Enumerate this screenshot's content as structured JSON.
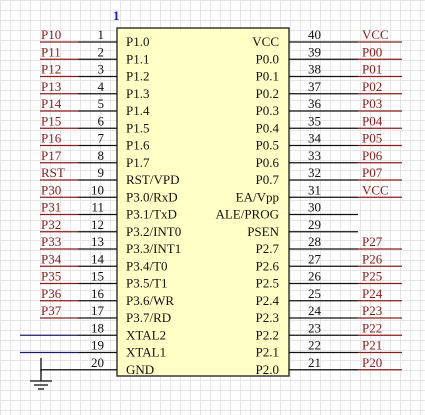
{
  "component": {
    "designator": "1",
    "body_color": "#ffffc6",
    "body_border_color": "#2a2a2a",
    "left_pins": [
      {
        "num": "1",
        "name": "P1.0",
        "net": "P10"
      },
      {
        "num": "2",
        "name": "P1.1",
        "net": "P11"
      },
      {
        "num": "3",
        "name": "P1.2",
        "net": "P12"
      },
      {
        "num": "4",
        "name": "P1.3",
        "net": "P13"
      },
      {
        "num": "5",
        "name": "P1.4",
        "net": "P14"
      },
      {
        "num": "6",
        "name": "P1.5",
        "net": "P15"
      },
      {
        "num": "7",
        "name": "P1.6",
        "net": "P16"
      },
      {
        "num": "8",
        "name": "P1.7",
        "net": "P17"
      },
      {
        "num": "9",
        "name": "RST/VPD",
        "net": "RST"
      },
      {
        "num": "10",
        "name": "P3.0/RxD",
        "net": "P30"
      },
      {
        "num": "11",
        "name": "P3.1/TxD",
        "net": "P31"
      },
      {
        "num": "12",
        "name": "P3.2/INT0",
        "net": "P32"
      },
      {
        "num": "13",
        "name": "P3.3/INT1",
        "net": "P33"
      },
      {
        "num": "14",
        "name": "P3.4/T0",
        "net": "P34"
      },
      {
        "num": "15",
        "name": "P3.5/T1",
        "net": "P35"
      },
      {
        "num": "16",
        "name": "P3.6/WR",
        "net": "P36"
      },
      {
        "num": "17",
        "name": "P3.7/RD",
        "net": "P37"
      },
      {
        "num": "18",
        "name": "XTAL2",
        "net": ""
      },
      {
        "num": "19",
        "name": "XTAL1",
        "net": ""
      },
      {
        "num": "20",
        "name": "GND",
        "net": ""
      }
    ],
    "right_pins": [
      {
        "num": "40",
        "name": "VCC",
        "net": "VCC"
      },
      {
        "num": "39",
        "name": "P0.0",
        "net": "P00"
      },
      {
        "num": "38",
        "name": "P0.1",
        "net": "P01"
      },
      {
        "num": "37",
        "name": "P0.2",
        "net": "P02"
      },
      {
        "num": "36",
        "name": "P0.3",
        "net": "P03"
      },
      {
        "num": "35",
        "name": "P0.4",
        "net": "P04"
      },
      {
        "num": "34",
        "name": "P0.5",
        "net": "P05"
      },
      {
        "num": "33",
        "name": "P0.6",
        "net": "P06"
      },
      {
        "num": "32",
        "name": "P0.7",
        "net": "P07"
      },
      {
        "num": "31",
        "name": "EA/Vpp",
        "net": "VCC"
      },
      {
        "num": "30",
        "name": "ALE/PROG",
        "net": ""
      },
      {
        "num": "29",
        "name": "PSEN",
        "net": ""
      },
      {
        "num": "28",
        "name": "P2.7",
        "net": "P27"
      },
      {
        "num": "27",
        "name": "P2.6",
        "net": "P26"
      },
      {
        "num": "26",
        "name": "P2.5",
        "net": "P25"
      },
      {
        "num": "25",
        "name": "P2.4",
        "net": "P24"
      },
      {
        "num": "24",
        "name": "P2.3",
        "net": "P23"
      },
      {
        "num": "23",
        "name": "P2.2",
        "net": "P22"
      },
      {
        "num": "22",
        "name": "P2.1",
        "net": "P21"
      },
      {
        "num": "21",
        "name": "P2.0",
        "net": "P20"
      }
    ]
  },
  "colors": {
    "net_label": "#8b1c1c",
    "wire_net": "#8b1c1c",
    "wire_plain": "#1c1c6e",
    "pin_line": "#111111",
    "ground_symbol": "#111111"
  },
  "icons": {
    "ground": "ground-icon"
  }
}
